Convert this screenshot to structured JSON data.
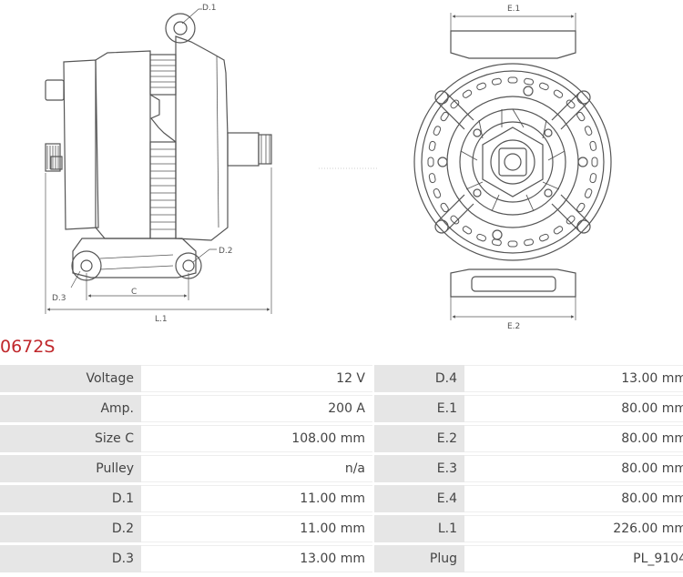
{
  "title": "0672S",
  "colors": {
    "title": "#c0282c",
    "label_bg": "#e6e6e6",
    "line": "#555555"
  },
  "drawing": {
    "labels": {
      "d1": "D.1",
      "d2": "D.2",
      "d3": "D.3",
      "c": "C",
      "l1": "L.1",
      "e1": "E.1",
      "e2": "E.2"
    }
  },
  "specs": [
    {
      "k1": "Voltage",
      "v1": "12 V",
      "k2": "D.4",
      "v2": "13.00 mm"
    },
    {
      "k1": "Amp.",
      "v1": "200 A",
      "k2": "E.1",
      "v2": "80.00 mm"
    },
    {
      "k1": "Size C",
      "v1": "108.00 mm",
      "k2": "E.2",
      "v2": "80.00 mm"
    },
    {
      "k1": "Pulley",
      "v1": "n/a",
      "k2": "E.3",
      "v2": "80.00 mm"
    },
    {
      "k1": "D.1",
      "v1": "11.00 mm",
      "k2": "E.4",
      "v2": "80.00 mm"
    },
    {
      "k1": "D.2",
      "v1": "11.00 mm",
      "k2": "L.1",
      "v2": "226.00 mm"
    },
    {
      "k1": "D.3",
      "v1": "13.00 mm",
      "k2": "Plug",
      "v2": "PL_9104"
    }
  ]
}
